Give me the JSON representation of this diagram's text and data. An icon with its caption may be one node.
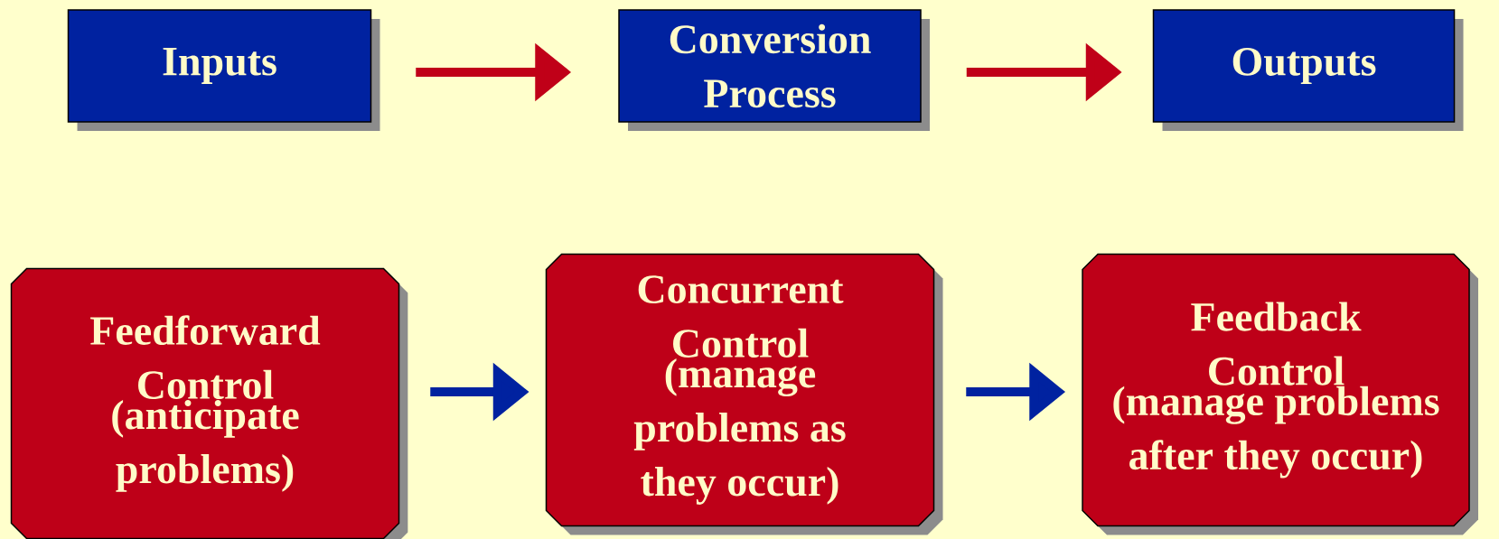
{
  "diagram": {
    "nodes": [
      {
        "text": [
          "Inputs"
        ]
      },
      {
        "text": [
          "Conversion Process"
        ]
      },
      {
        "text": [
          "Outputs"
        ]
      },
      {
        "text": [
          "Feedforward Control",
          "(anticipate problems)"
        ]
      },
      {
        "text": [
          "Concurrent Control",
          "(manage problems as they occur)"
        ]
      },
      {
        "text": [
          "Feedback Control",
          "(manage problems after they occur)"
        ]
      }
    ],
    "edges": [
      {
        "from": 0,
        "to": 1,
        "arrow": "to",
        "color": "#c00018"
      },
      {
        "from": 1,
        "to": 2,
        "arrow": "to",
        "color": "#c00018"
      },
      {
        "from": 3,
        "to": 4,
        "arrow": "to",
        "color": "#0022a0"
      },
      {
        "from": 4,
        "to": 5,
        "arrow": "to",
        "color": "#0022a0"
      }
    ]
  }
}
